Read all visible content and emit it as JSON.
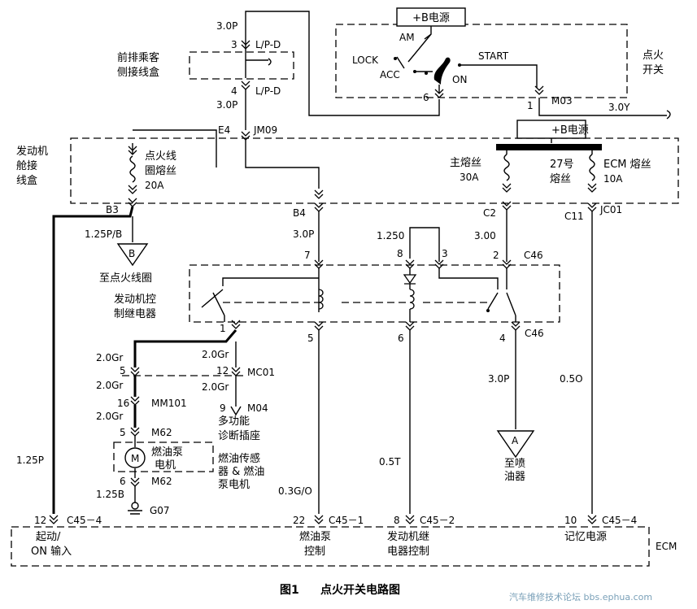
{
  "power": {
    "main": "+B电源",
    "fuse_box": "+B电源"
  },
  "ignition_switch": {
    "label": "点火\n开关",
    "am": "AM",
    "lock": "LOCK",
    "acc": "ACC",
    "on": "ON",
    "start": "START",
    "pin_left": "6",
    "pin_right": "1",
    "conn": "M03",
    "out_wire": "3.0Y"
  },
  "top_wire": {
    "upper": "3.0P",
    "pin3": "3",
    "pin4": "4",
    "lpd_top": "L/P-D",
    "lpd_bot": "L/P-D",
    "lower": "3.0P"
  },
  "junction_box": {
    "label": "前排乘客\n侧接线盒"
  },
  "engine_box": {
    "label": "发动机\n舱接\n线盒",
    "conn_e4": "E4",
    "conn_jm09": "JM09",
    "ign_fuse": "点火线\n圈熔丝\n20A",
    "main_fuse": "主熔丝\n30A",
    "fuse27": "27号\n熔丝",
    "ecm_fuse": "ECM 熔丝\n10A",
    "b3": "B3",
    "b4": "B4",
    "c2": "C2",
    "c11": "C11",
    "jc01": "JC01"
  },
  "wires": {
    "w_125pb": "1.25P/B",
    "w_30p_b4": "3.0P",
    "w_1250": "1.250",
    "w_300": "3.00",
    "w_20gr_a": "2.0Gr",
    "w_20gr_b": "2.0Gr",
    "w_20gr_c": "2.0Gr",
    "w_20gr_d": "2.0Gr",
    "w_20gr_e": "2.0Gr",
    "w_125p": "1.25P",
    "w_125b": "1.25B",
    "w_30p_inj": "3.0P",
    "w_05o": "0.5O",
    "w_05t": "0.5T",
    "w_03go": "0.3G/O"
  },
  "relay": {
    "label": "发动机控\n制继电器",
    "p7": "7",
    "p8": "8",
    "p3": "3",
    "p2": "2",
    "c46_top": "C46",
    "p1": "1",
    "p5": "5",
    "p6": "6",
    "p4": "4",
    "c46_bot": "C46"
  },
  "destinations": {
    "b_sym": "B",
    "coil": "至点火线圈",
    "a_sym": "A",
    "injector": "至喷\n油器"
  },
  "fuel": {
    "p5": "5",
    "p12": "12",
    "mc01": "MC01",
    "p16": "16",
    "mm101": "MM101",
    "p9": "9",
    "m04": "M04",
    "diag": "多功能\n诊断插座",
    "m62_top_pin": "5",
    "m62_top": "M62",
    "motor_sym": "M",
    "pump_box": "燃油泵\n电机",
    "sensor": "燃油传感\n器 & 燃油\n泵电机",
    "m62_bot_pin": "6",
    "m62_bot": "M62",
    "ground": "G07"
  },
  "ecm": {
    "label": "ECM",
    "p12": "12",
    "c45_4a": "C45－4",
    "t_start": "起动/\nON 输入",
    "p22": "22",
    "c45_1": "C45－1",
    "t_pump": "燃油泵\n控制",
    "p8": "8",
    "c45_2": "C45－2",
    "t_relay": "发动机继\n电器控制",
    "p10": "10",
    "c45_4b": "C45－4",
    "t_mem": "记忆电源"
  },
  "caption": {
    "fig": "图1",
    "title": "点火开关电路图"
  },
  "watermark": "汽车维修技术论坛 bbs.ephua.com"
}
